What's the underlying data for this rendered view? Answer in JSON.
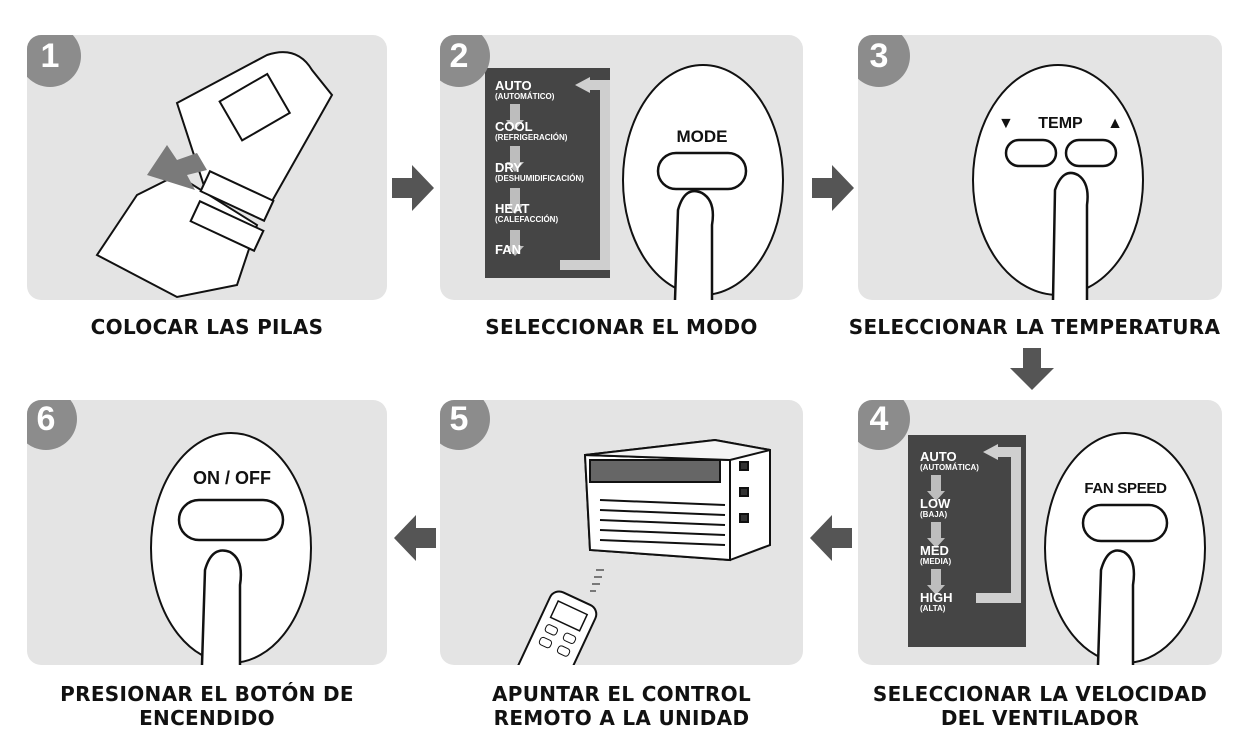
{
  "steps": [
    {
      "number": "1",
      "caption": "COLOCAR LAS PILAS"
    },
    {
      "number": "2",
      "caption": "SELECCIONAR EL MODO",
      "button": "MODE",
      "modes": [
        {
          "label": "AUTO",
          "sub": "(AUTOMÁTICO)"
        },
        {
          "label": "COOL",
          "sub": "(REFRIGERACIÓN)"
        },
        {
          "label": "DRY",
          "sub": "(DESHUMIDIFICACIÓN)"
        },
        {
          "label": "HEAT",
          "sub": "(CALEFACCIÓN)"
        },
        {
          "label": "FAN",
          "sub": ""
        }
      ]
    },
    {
      "number": "3",
      "caption": "SELECCIONAR LA TEMPERATURA",
      "button": "TEMP",
      "down": "▼",
      "up": "▲"
    },
    {
      "number": "4",
      "caption_line1": "SELECCIONAR LA VELOCIDAD",
      "caption_line2": "DEL VENTILADOR",
      "button": "FAN SPEED",
      "speeds": [
        {
          "label": "AUTO",
          "sub": "(AUTOMÁTICA)"
        },
        {
          "label": "LOW",
          "sub": "(BAJA)"
        },
        {
          "label": "MED",
          "sub": "(MEDIA)"
        },
        {
          "label": "HIGH",
          "sub": "(ALTA)"
        }
      ]
    },
    {
      "number": "5",
      "caption_line1": "APUNTAR EL CONTROL",
      "caption_line2": "REMOTO A LA UNIDAD"
    },
    {
      "number": "6",
      "caption_line1": "PRESIONAR EL BOTÓN DE",
      "caption_line2": "ENCENDIDO",
      "button": "ON / OFF"
    }
  ],
  "colors": {
    "panel": "#e4e4e4",
    "badge": "#8c8c8c",
    "arrow": "#555555",
    "list_bg": "#454545"
  }
}
